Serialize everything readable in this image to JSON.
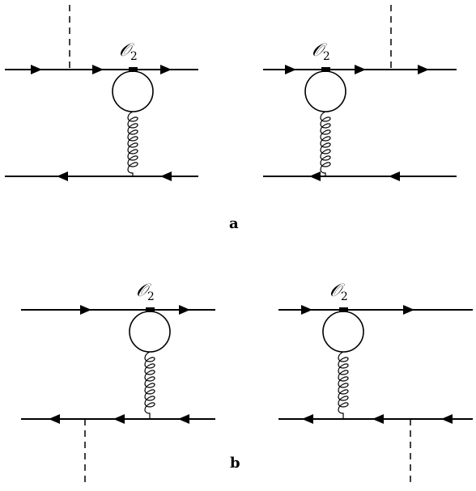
{
  "operator": {
    "symbol": "𝒪",
    "subscript": "2"
  },
  "panels": [
    {
      "label": "a"
    },
    {
      "label": "b"
    }
  ]
}
